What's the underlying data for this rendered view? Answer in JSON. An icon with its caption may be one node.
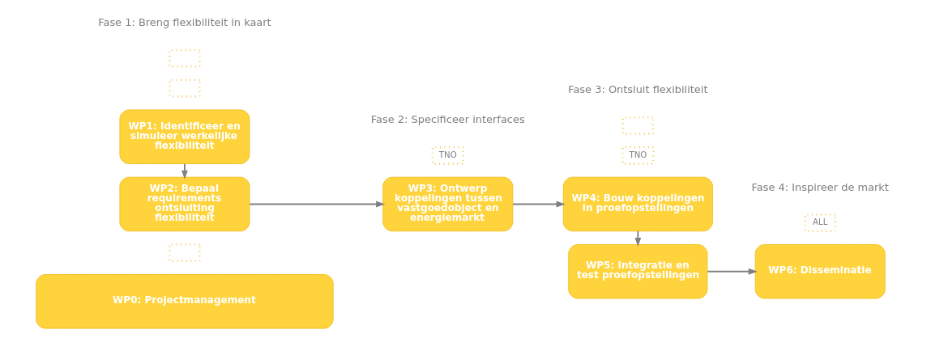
{
  "diagram": {
    "nodes": [
      {
        "text": [],
        "shape": "box"
      },
      {
        "text": [
          "WP1: Identificeer en simuleer werkelijke flexibiliteit"
        ]
      },
      {
        "text": [],
        "shape": "box"
      },
      {
        "text": [
          "WP2: Bepaal requirements ontsluiting flexibiliteit"
        ]
      },
      {
        "text": [
          "TNO"
        ]
      },
      {
        "text": [
          "WP3: Ontwerp koppelingen tussen vastgoedobject en energiemarkt"
        ]
      },
      {
        "text": [],
        "shape": "box"
      },
      {
        "text": [
          "WP4: Bouw koppelingen in proefopstellingen"
        ]
      },
      {
        "text": [
          "TNO"
        ]
      },
      {
        "text": [
          "WP5: Integratie en test proefopstellingen"
        ]
      },
      {
        "text": [
          "ALL"
        ]
      },
      {
        "text": [
          "WP6: Disseminatie"
        ]
      },
      {
        "text": [],
        "shape": "box"
      },
      {
        "text": [
          "WP0: Projectmanagement"
        ]
      }
    ],
    "edges": [
      {
        "from": 1,
        "to": 3,
        "arrow": "to"
      },
      {
        "from": 3,
        "to": 5,
        "arrow": "to"
      },
      {
        "from": 5,
        "to": 7,
        "arrow": "to"
      },
      {
        "from": 7,
        "to": 9,
        "arrow": "to"
      },
      {
        "from": 9,
        "to": 11,
        "arrow": "to"
      }
    ],
    "labels": [
      "Fase 1: Breng flexibiliteit in kaart",
      "Fase 2: Specificeer interfaces",
      "Fase 3: Ontsluit flexibiliteit",
      "Fase 4: Inspireer de markt"
    ]
  }
}
